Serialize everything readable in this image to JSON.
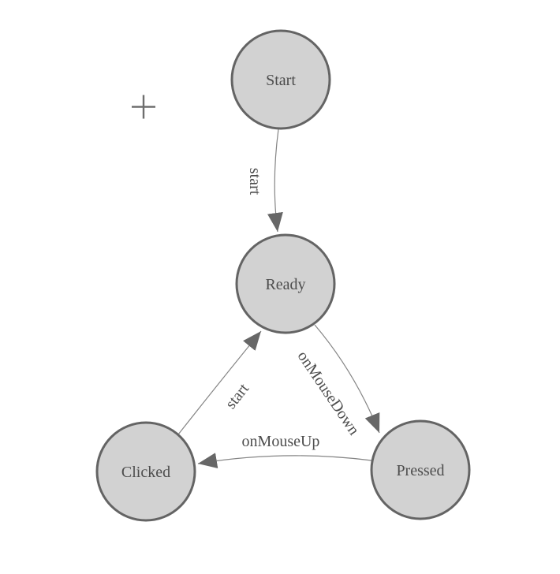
{
  "diagram": {
    "type": "state-machine",
    "background_color": "#ffffff",
    "node_fill_color": "#d2d2d2",
    "node_border_color": "#646464",
    "edge_line_color": "#858585",
    "arrow_color": "#676767",
    "node_text_color": "#4d4d4d",
    "edge_text_color": "#4d4d4d",
    "crosshair_color": "#6e6e6e"
  },
  "icons": {
    "crosshair": "+"
  },
  "nodes": [
    {
      "label": "Start"
    },
    {
      "label": "Ready"
    },
    {
      "label": "Clicked"
    },
    {
      "label": "Pressed"
    }
  ],
  "edges": [
    {
      "from": "Start",
      "to": "Ready",
      "label": "start"
    },
    {
      "from": "Ready",
      "to": "Pressed",
      "label": "onMouseDown"
    },
    {
      "from": "Pressed",
      "to": "Clicked",
      "label": "onMouseUp"
    },
    {
      "from": "Clicked",
      "to": "Ready",
      "label": "start"
    }
  ]
}
